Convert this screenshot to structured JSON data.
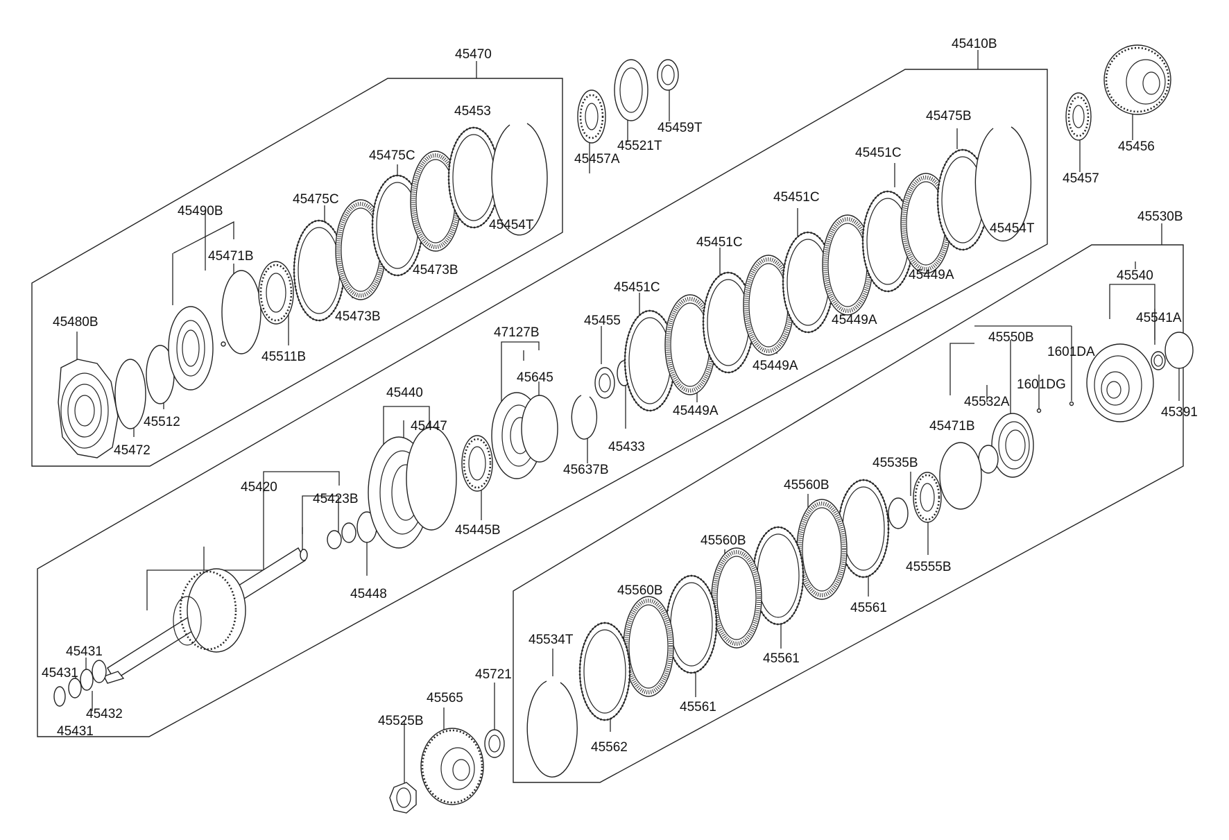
{
  "labels": {
    "p45470": "45470",
    "p45410B": "45410B",
    "p45530B": "45530B",
    "p45457A": "45457A",
    "p45521T": "45521T",
    "p45459T": "45459T",
    "p45457": "45457",
    "p45456": "45456",
    "p45453": "45453",
    "p45475C_top": "45475C",
    "p45475C_mid": "45475C",
    "p45454T_left": "45454T",
    "p45473B_top": "45473B",
    "p45473B_low": "45473B",
    "p45490B": "45490B",
    "p45471B_top": "45471B",
    "p45480B": "45480B",
    "p45511B": "45511B",
    "p45512": "45512",
    "p45472": "45472",
    "p45475B": "45475B",
    "p45451C_a": "45451C",
    "p45451C_b": "45451C",
    "p45451C_c": "45451C",
    "p45451C_d": "45451C",
    "p45454T_right": "45454T",
    "p45449A_a": "45449A",
    "p45449A_b": "45449A",
    "p45449A_c": "45449A",
    "p45449A_d": "45449A",
    "p45455": "45455",
    "p45433": "45433",
    "p45637B": "45637B",
    "p47127B": "47127B",
    "p45645": "45645",
    "p45440": "45440",
    "p45447": "45447",
    "p45445B": "45445B",
    "p45420": "45420",
    "p45423B": "45423B",
    "p45448": "45448",
    "p45431_a": "45431",
    "p45431_b": "45431",
    "p45431_c": "45431",
    "p45432": "45432",
    "p45540": "45540",
    "p45541A": "45541A",
    "p45391": "45391",
    "p45550B": "45550B",
    "p1601DA": "1601DA",
    "p1601DG": "1601DG",
    "p45532A": "45532A",
    "p45471B_low": "45471B",
    "p45535B": "45535B",
    "p45555B": "45555B",
    "p45560B_a": "45560B",
    "p45560B_b": "45560B",
    "p45560B_c": "45560B",
    "p45561_a": "45561",
    "p45561_b": "45561",
    "p45561_c": "45561",
    "p45534T": "45534T",
    "p45562": "45562",
    "p45721": "45721",
    "p45565": "45565",
    "p45525B": "45525B"
  }
}
